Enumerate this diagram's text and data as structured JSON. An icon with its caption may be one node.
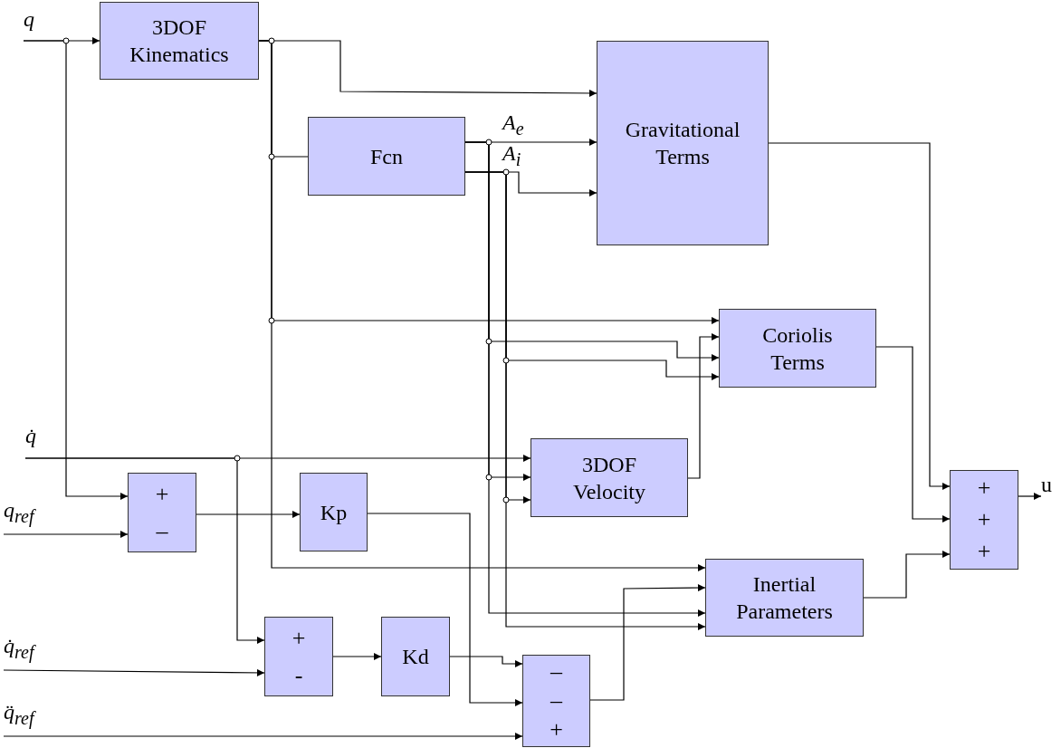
{
  "diagram": {
    "nodes": [
      {
        "text": [
          "q"
        ]
      },
      {
        "text": [
          "3DOF Kinematics"
        ]
      },
      {
        "text": [
          "Fcn"
        ]
      },
      {
        "text": [
          "Gravitational Terms"
        ]
      },
      {
        "text": [
          "Coriolis Terms"
        ]
      },
      {
        "text": [
          "q̇"
        ]
      },
      {
        "text": [
          "3DOF Velocity"
        ]
      },
      {
        "text": [
          "+",
          "–"
        ]
      },
      {
        "text": [
          "Kp"
        ]
      },
      {
        "text": [
          "q$_{ref}$"
        ]
      },
      {
        "text": [
          "Inertial Parameters"
        ]
      },
      {
        "text": [
          "+",
          "+",
          "+"
        ]
      },
      {
        "text": [
          "u"
        ]
      },
      {
        "text": [
          "q̇$_{ref}$"
        ]
      },
      {
        "text": [
          "+",
          "-"
        ]
      },
      {
        "text": [
          "Kd"
        ]
      },
      {
        "text": [
          "q̈$_{ref}$"
        ]
      },
      {
        "text": [
          "–",
          "–",
          "+"
        ]
      }
    ],
    "edges": [
      {
        "from": 0,
        "to": 1,
        "arrow": "to"
      },
      {
        "from": 0,
        "to": 7,
        "arrow": "to"
      },
      {
        "from": 1,
        "to": 3,
        "arrow": "to"
      },
      {
        "from": 1,
        "to": 2,
        "arrow": "none"
      },
      {
        "from": 1,
        "to": 4,
        "arrow": "to"
      },
      {
        "from": 1,
        "to": 10,
        "arrow": "to"
      },
      {
        "from": 2,
        "to": 3,
        "arrow": "to",
        "label": "A$_{e}$"
      },
      {
        "from": 2,
        "to": 4,
        "arrow": "to"
      },
      {
        "from": 2,
        "to": 6,
        "arrow": "to"
      },
      {
        "from": 2,
        "to": 10,
        "arrow": "to"
      },
      {
        "from": 2,
        "to": 3,
        "arrow": "to",
        "label": "A$_{i}$"
      },
      {
        "from": 2,
        "to": 4,
        "arrow": "to"
      },
      {
        "from": 2,
        "to": 6,
        "arrow": "to"
      },
      {
        "from": 2,
        "to": 10,
        "arrow": "to"
      },
      {
        "from": 5,
        "to": 6,
        "arrow": "to"
      },
      {
        "from": 5,
        "to": 14,
        "arrow": "to"
      },
      {
        "from": 9,
        "to": 7,
        "arrow": "to"
      },
      {
        "from": 7,
        "to": 8,
        "arrow": "to"
      },
      {
        "from": 8,
        "to": 17,
        "arrow": "to"
      },
      {
        "from": 6,
        "to": 4,
        "arrow": "to"
      },
      {
        "from": 13,
        "to": 14,
        "arrow": "to"
      },
      {
        "from": 14,
        "to": 15,
        "arrow": "to"
      },
      {
        "from": 15,
        "to": 17,
        "arrow": "to"
      },
      {
        "from": 16,
        "to": 17,
        "arrow": "to"
      },
      {
        "from": 17,
        "to": 10,
        "arrow": "to"
      },
      {
        "from": 3,
        "to": 11,
        "arrow": "to"
      },
      {
        "from": 4,
        "to": 11,
        "arrow": "to"
      },
      {
        "from": 10,
        "to": 11,
        "arrow": "to"
      },
      {
        "from": 11,
        "to": 12,
        "arrow": "to"
      }
    ]
  }
}
